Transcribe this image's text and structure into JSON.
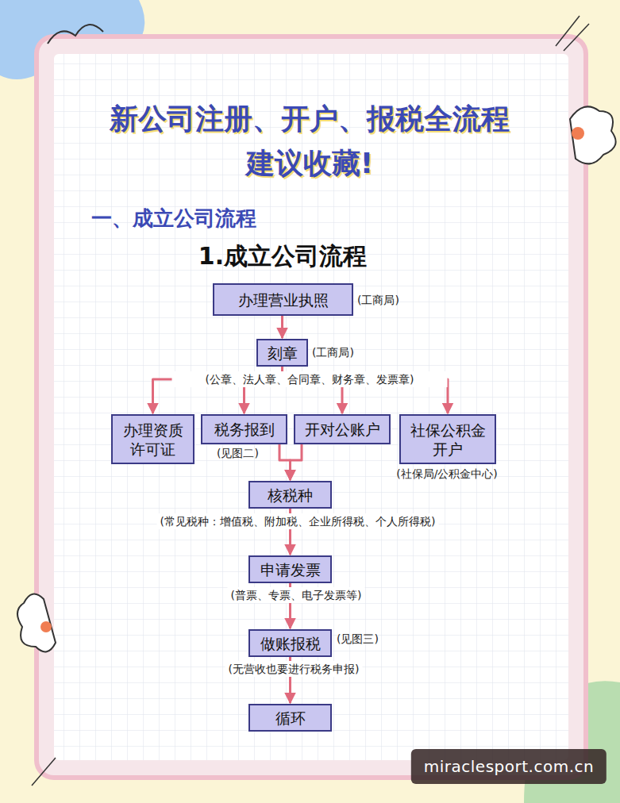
{
  "diagram": {
    "title": "新公司注册、开户、报税全流程 建议收藏!",
    "nodes": [
      {
        "text": [
          "办理营业执照"
        ]
      },
      {
        "text": [
          "刻章"
        ]
      },
      {
        "text": [
          "办理资质 许可证"
        ]
      },
      {
        "text": [
          "税务报到"
        ]
      },
      {
        "text": [
          "开对公账户"
        ]
      },
      {
        "text": [
          "社保公积金 开户"
        ]
      },
      {
        "text": [
          "核税种"
        ]
      },
      {
        "text": [
          "申请发票"
        ]
      },
      {
        "text": [
          "做账报税"
        ]
      },
      {
        "text": [
          "循环"
        ]
      }
    ],
    "edges": [
      {
        "from": 0,
        "to": 1,
        "arrow": "to"
      },
      {
        "from": 1,
        "to": 2,
        "arrow": "to"
      },
      {
        "from": 1,
        "to": 3,
        "arrow": "to"
      },
      {
        "from": 1,
        "to": 4,
        "arrow": "to"
      },
      {
        "from": 1,
        "to": 5,
        "arrow": "to"
      },
      {
        "from": 3,
        "to": 6,
        "arrow": "to"
      },
      {
        "from": 4,
        "to": 6,
        "arrow": "to"
      },
      {
        "from": 6,
        "to": 7,
        "arrow": "to"
      },
      {
        "from": 7,
        "to": 8,
        "arrow": "to"
      },
      {
        "from": 8,
        "to": 9,
        "arrow": "to"
      }
    ],
    "labels": [
      "一、成立公司流程",
      "1.成立公司流程",
      "(工商局)",
      "(工商局)",
      "(公章、法人章、合同章、财务章、发票章)",
      "(见图二)",
      "(社保局/公积金中心)",
      "(常见税种：增值税、附加税、企业所得税、个人所得税)",
      "(普票、专票、电子发票等)",
      "(见图三)",
      "(无营收也要进行税务申报)",
      "miraclesport.com.cn"
    ]
  }
}
